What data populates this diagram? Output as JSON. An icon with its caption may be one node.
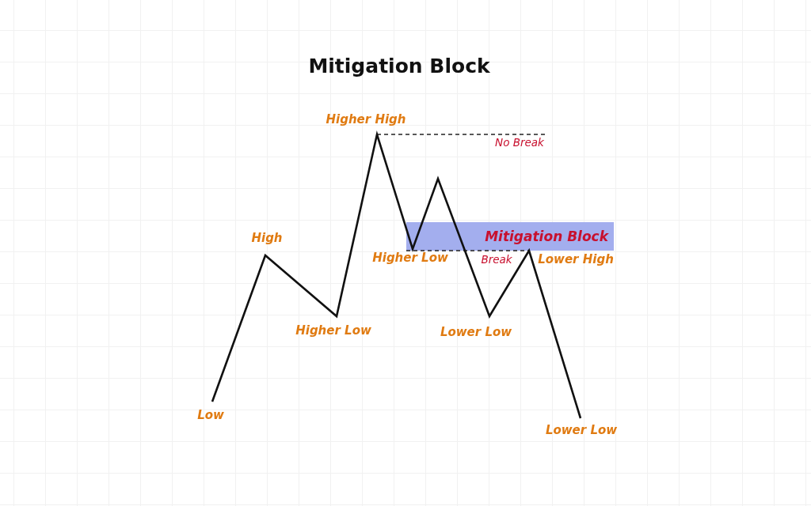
{
  "diagram": {
    "title": "Mitigation Block",
    "nodes": [
      {
        "text": [
          "Mitigation Block"
        ]
      }
    ],
    "labels": [
      "Higher High",
      "No Break",
      "High",
      "Higher Low",
      "Break",
      "Lower High",
      "Higher Low",
      "Lower Low",
      "Low",
      "Lower Low"
    ]
  }
}
